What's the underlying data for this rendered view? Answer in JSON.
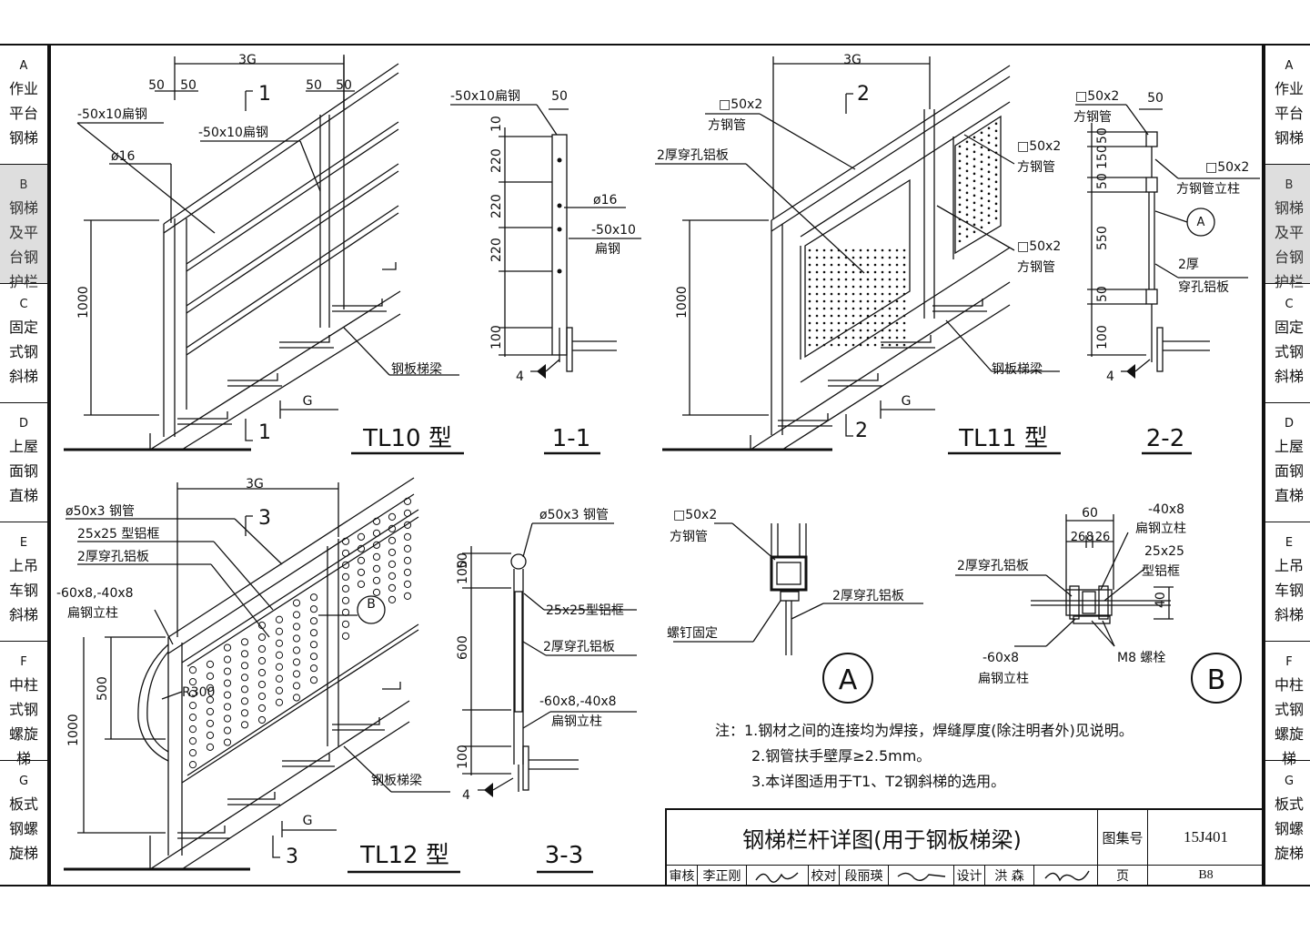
{
  "tabs_left": [
    {
      "code": "A",
      "lines": [
        "作业",
        "平台",
        "钢梯"
      ],
      "active": false
    },
    {
      "code": "B",
      "lines": [
        "钢梯",
        "及平",
        "台钢",
        "护栏"
      ],
      "active": true
    },
    {
      "code": "C",
      "lines": [
        "固定",
        "式钢",
        "斜梯"
      ],
      "active": false
    },
    {
      "code": "D",
      "lines": [
        "上屋",
        "面钢",
        "直梯"
      ],
      "active": false
    },
    {
      "code": "E",
      "lines": [
        "上吊",
        "车钢",
        "斜梯"
      ],
      "active": false
    },
    {
      "code": "F",
      "lines": [
        "中柱",
        "式钢",
        "螺旋",
        "梯"
      ],
      "active": false
    },
    {
      "code": "G",
      "lines": [
        "板式",
        "钢螺",
        "旋梯"
      ],
      "active": false
    }
  ],
  "tl10": {
    "title": "TL10 型",
    "dims": {
      "span": "3G",
      "a": "50",
      "b": "50",
      "c": "50",
      "d": "50",
      "height": "1000",
      "g": "G"
    },
    "labels": {
      "flat1": "-50x10扁钢",
      "flat2": "-50x10扁钢",
      "rod": "ø16",
      "beam": "钢板梯梁"
    },
    "section_mark": "1"
  },
  "sec11": {
    "title": "1-1",
    "labels": {
      "flat": "-50x10扁钢",
      "w": "50",
      "rod": "ø16",
      "flat2a": "-50x10",
      "flat2b": "扁钢",
      "weld": "4"
    },
    "dims": [
      "10",
      "220",
      "220",
      "220",
      "100"
    ]
  },
  "tl11": {
    "title": "TL11 型",
    "dims": {
      "span": "3G",
      "height": "1000",
      "g": "G"
    },
    "labels": {
      "tube1a": "□50x2",
      "tube1b": "方钢管",
      "plate": "2厚穿孔铝板",
      "tube2a": "□50x2",
      "tube2b": "方钢管",
      "tube3a": "□50x2",
      "tube3b": "方钢管",
      "beam": "钢板梯梁"
    },
    "section_mark": "2"
  },
  "sec22": {
    "title": "2-2",
    "labels": {
      "tubea": "□50x2",
      "tubeb": "方钢管",
      "w": "50",
      "posta": "□50x2",
      "postb": "方钢管立柱",
      "platea": "2厚",
      "plateb": "穿孔铝板",
      "detail": "A",
      "weld": "4"
    },
    "dims": [
      "50",
      "150",
      "50",
      "550",
      "50",
      "100"
    ]
  },
  "tl12": {
    "title": "TL12 型",
    "dims": {
      "span": "3G",
      "h1": "500",
      "h2": "1000",
      "g": "G",
      "r": "R300"
    },
    "labels": {
      "pipe": "ø50x3 钢管",
      "frame": "25x25 型铝框",
      "plate": "2厚穿孔铝板",
      "posta": "-60x8,-40x8",
      "postb": "扁钢立柱",
      "beam": "钢板梯梁",
      "detail": "B"
    },
    "section_mark": "3"
  },
  "sec33": {
    "title": "3-3",
    "labels": {
      "pipe": "ø50x3 钢管",
      "frame": "25x25型铝框",
      "plate": "2厚穿孔铝板",
      "posta": "-60x8,-40x8",
      "postb": "扁钢立柱",
      "weld": "4"
    },
    "dims": [
      "50",
      "100",
      "600",
      "100"
    ]
  },
  "detailA": {
    "mark": "A",
    "labels": {
      "tubea": "□50x2",
      "tubeb": "方钢管",
      "plate": "2厚穿孔铝板",
      "screw": "螺钉固定"
    }
  },
  "detailB": {
    "mark": "B",
    "labels": {
      "w": "60",
      "d1": "26",
      "d2": "8",
      "d3": "26",
      "flata": "-40x8",
      "flatb": "扁钢立柱",
      "framea": "25x25",
      "frameb": "型铝框",
      "plate": "2厚穿孔铝板",
      "h": "40",
      "flat2a": "-60x8",
      "flat2b": "扁钢立柱",
      "bolt": "M8 螺栓"
    }
  },
  "notes": [
    "注：1.钢材之间的连接均为焊接，焊缝厚度(除注明者外)见说明。",
    "2.钢管扶手壁厚≥2.5mm。",
    "3.本详图适用于T1、T2钢斜梯的选用。"
  ],
  "titleblock": {
    "title": "钢梯栏杆详图(用于钢板梯梁)",
    "atlas_label": "图集号",
    "atlas_no": "15J401",
    "review_label": "审核",
    "reviewer": "李正刚",
    "check_label": "校对",
    "checker": "段丽瑛",
    "design_label": "设计",
    "designer": "洪 森",
    "page_label": "页",
    "page_no": "B8"
  }
}
